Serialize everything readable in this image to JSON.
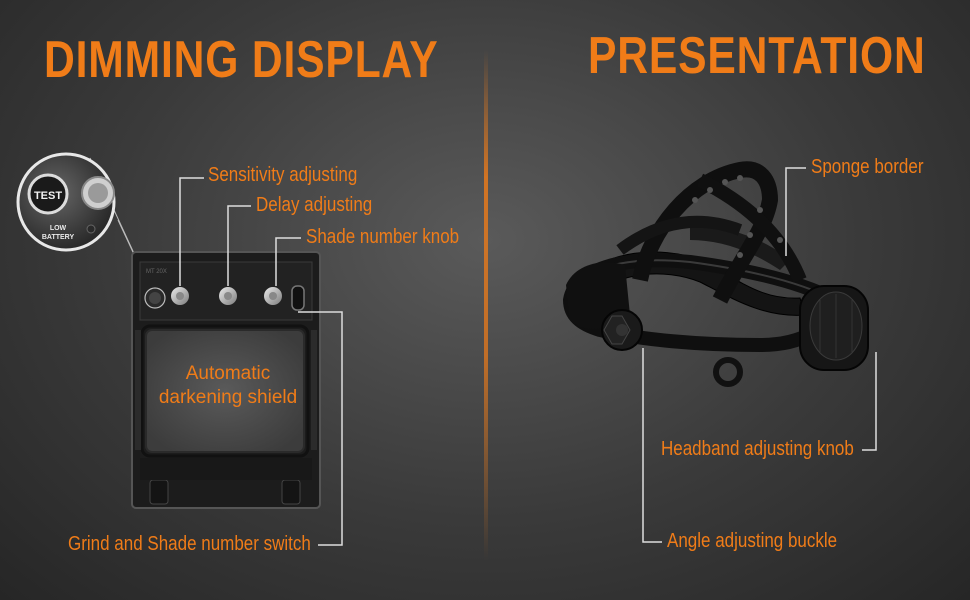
{
  "left_panel": {
    "title": "DIMMING DISPLAY",
    "callouts": {
      "sensitivity": "Sensitivity adjusting",
      "delay": "Delay adjusting",
      "shade_knob": "Shade number knob",
      "grind_switch": "Grind and Shade number switch"
    },
    "shield_text_line1": "Automatic",
    "shield_text_line2": "darkening shield",
    "zoom_button": {
      "test": "TEST",
      "low": "LOW",
      "battery": "BATTERY"
    }
  },
  "right_panel": {
    "title": "PRESENTATION",
    "callouts": {
      "sponge": "Sponge border",
      "headband_knob": "Headband adjusting knob",
      "angle_buckle": "Angle adjusting buckle"
    }
  },
  "colors": {
    "accent": "#f07c18",
    "background": "#3a3a3a"
  }
}
